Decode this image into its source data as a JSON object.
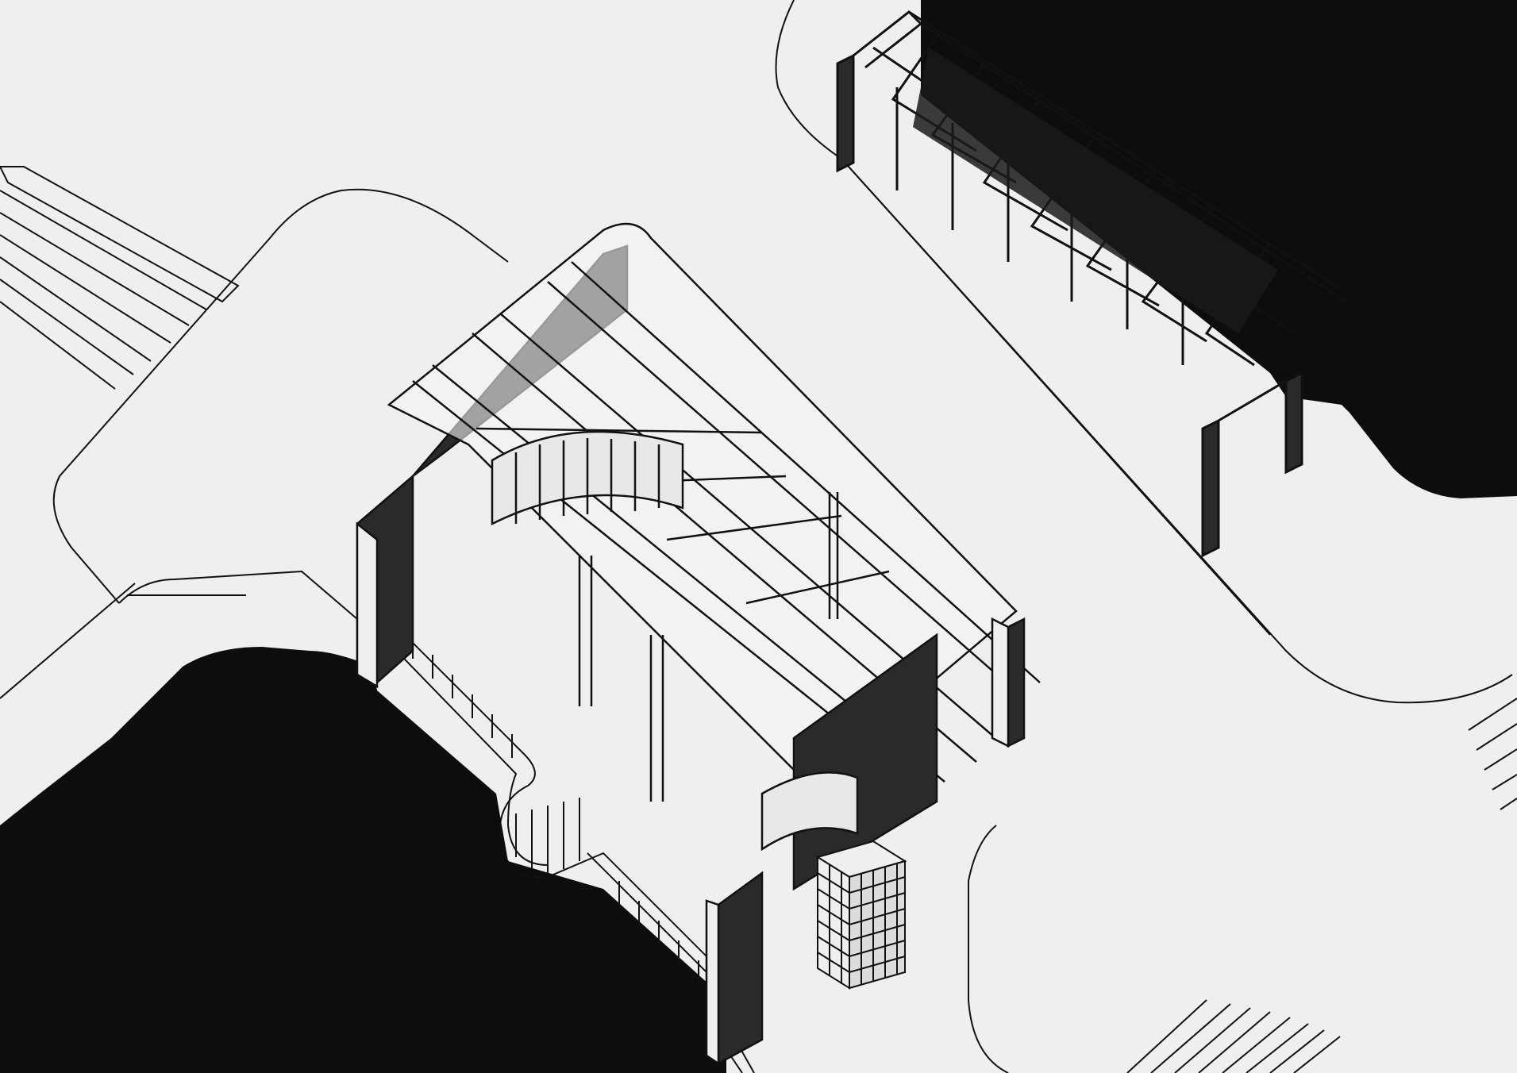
{
  "drawing": {
    "kind": "axonometric architectural drawing",
    "palette": {
      "paper": "#efefef",
      "ink": "#0a0a0a",
      "wall_fill": "#2a2a2a",
      "roof_fill": "#f7f7f7",
      "glass": "#e8e8e8"
    },
    "elements": [
      "upper-left-crosswalk",
      "lower-right-crosswalk",
      "right-edge-crosswalk",
      "paved-plaza-outline",
      "street-curb-line",
      "dark-water-lower-left",
      "dark-land-upper-right",
      "main-pavilion",
      "secondary-canopy-structure",
      "ramp-with-railing",
      "small-kiosk-tower"
    ]
  }
}
